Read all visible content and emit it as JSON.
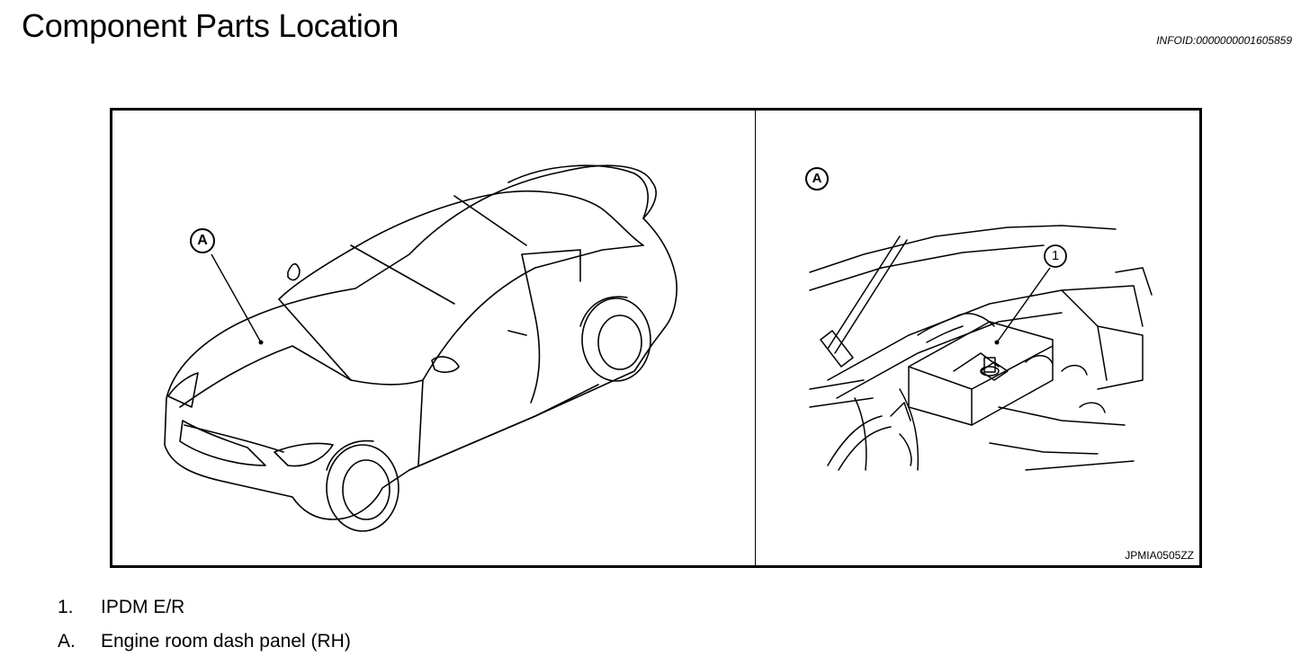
{
  "header": {
    "title": "Component Parts Location",
    "info_id": "INFOID:0000000001605859"
  },
  "figure": {
    "code": "JPMIA0505ZZ",
    "left_panel": {
      "callout": "A"
    },
    "right_panel": {
      "callout_view": "A",
      "callout_part": "1"
    }
  },
  "legend": {
    "items": [
      {
        "key": "1.",
        "label": "IPDM E/R"
      },
      {
        "key": "A.",
        "label": "Engine room dash panel (RH)"
      }
    ]
  }
}
